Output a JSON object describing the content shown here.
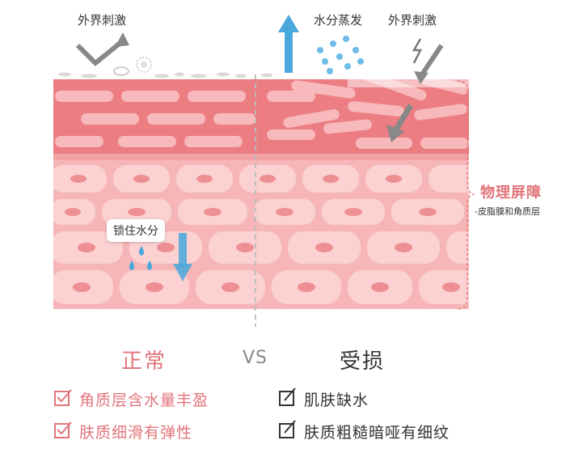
{
  "labels": {
    "external_left": "外界刺激",
    "water_evap": "水分蒸发",
    "external_right": "外界刺激",
    "lock_water": "锁住水分",
    "barrier_title": "物理屏障",
    "barrier_sub": "-皮脂膜和角质层"
  },
  "titles": {
    "normal": "正常",
    "vs": "VS",
    "damaged": "受损"
  },
  "features": {
    "normal": [
      "角质层含水量丰盈",
      "肤质细滑有弹性"
    ],
    "damaged": [
      "肌肤缺水",
      "肤质粗糙暗哑有细纹"
    ]
  },
  "colors": {
    "accent": "#e2757b",
    "stratum": "#ec7f84",
    "cells": "#f4aeb0",
    "arrow_blue": "#4aa8dd",
    "arrow_gray": "#888888"
  }
}
